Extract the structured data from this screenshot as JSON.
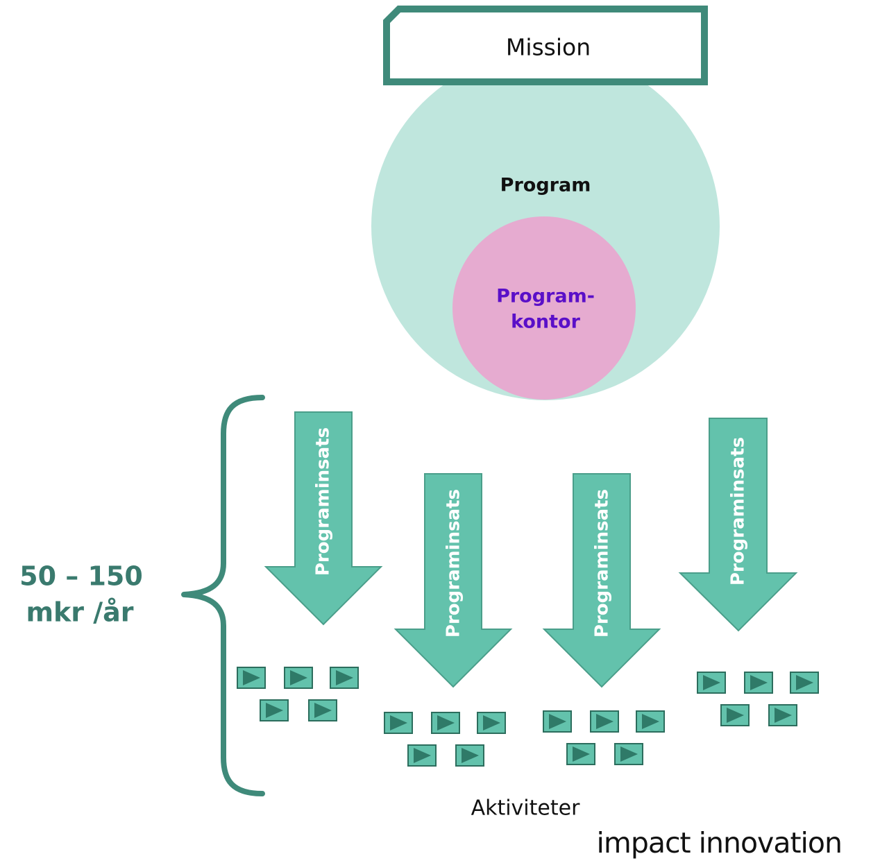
{
  "mission": {
    "label": "Mission"
  },
  "program": {
    "label": "Program"
  },
  "program_office": {
    "line1": "Program-",
    "line2": "kontor"
  },
  "interventions": [
    {
      "label": "Programinsats"
    },
    {
      "label": "Programinsats"
    },
    {
      "label": "Programinsats"
    },
    {
      "label": "Programinsats"
    }
  ],
  "budget": {
    "line1": "50 – 150",
    "line2": "mkr /år"
  },
  "activities": {
    "label": "Aktiviteter",
    "icon": "play-icon"
  },
  "logo": {
    "text": "impact innovation"
  },
  "colors": {
    "frame": "#3f8a7a",
    "program_circle": "#bfe6dd",
    "office_circle": "#e6abd0",
    "office_text": "#5a0fc8",
    "arrow_fill": "#63c2ac",
    "arrow_stroke": "#4a9e8a",
    "budget_text": "#3a7a6e",
    "activity_fill": "#63c2ac",
    "activity_stroke": "#2c6d5d",
    "activity_triangle": "#2f7a68"
  }
}
